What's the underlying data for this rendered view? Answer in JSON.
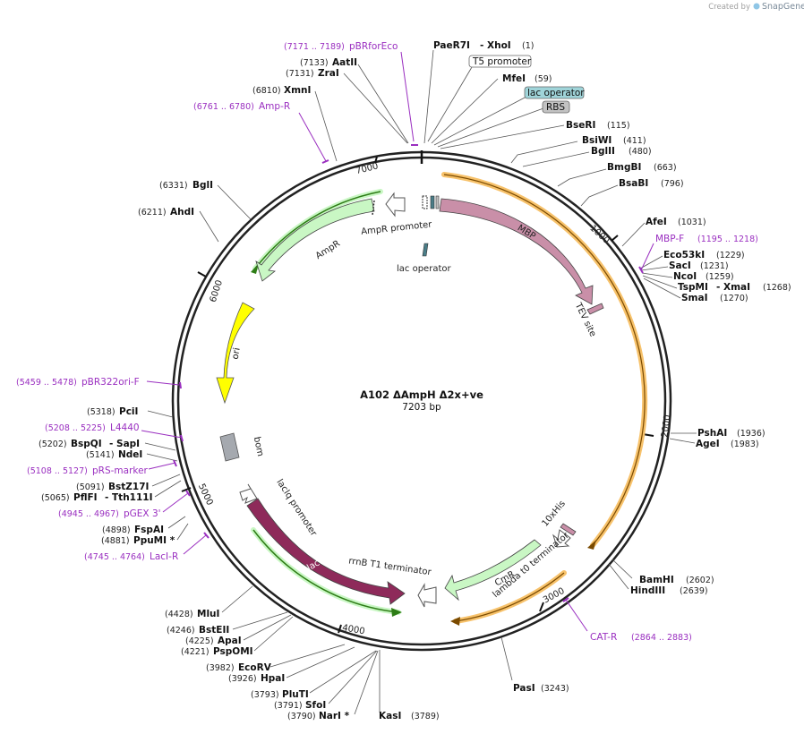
{
  "brand": {
    "created_by": "Created by",
    "name": "SnapGene"
  },
  "plasmid": {
    "name": "A102 ΔAmpH Δ2x+ve",
    "size_label": "7203 bp"
  },
  "ticks": [
    "1000",
    "2000",
    "3000",
    "4000",
    "5000",
    "6000",
    "7000"
  ],
  "features": {
    "mbp": "MBP",
    "tev": "TEV site",
    "his": "10xHis",
    "lambda": "lambda t0 terminator",
    "cmr": "CmR",
    "rrnb": "rrnB T1 terminator",
    "laci": "lacI",
    "laciq": "lacIq promoter",
    "bom": "bom",
    "ori": "ori",
    "ampr": "AmpR",
    "amprprom": "AmpR promoter",
    "lacop_inner": "lac operator"
  },
  "top_boxes": {
    "t5": "T5 promoter",
    "lacop": "lac operator",
    "rbs": "RBS"
  },
  "sites": {
    "paer7i": "PaeR7I",
    "xhoi": "- XhoI",
    "p1": "(1)",
    "mfei": "MfeI",
    "p59": "(59)",
    "bseri": "BseRI",
    "p115": "(115)",
    "bsiwi": "BsiWI",
    "p411": "(411)",
    "bglii": "BglII",
    "p480": "(480)",
    "bmgbi": "BmgBI",
    "p663": "(663)",
    "bsabi": "BsaBI",
    "p796": "(796)",
    "afei": "AfeI",
    "p1031": "(1031)",
    "eco53ki": "Eco53kI",
    "p1229": "(1229)",
    "saci": "SacI",
    "p1231": "(1231)",
    "ncoi": "NcoI",
    "p1259": "(1259)",
    "tspmi": "TspMI",
    "xmai": "- XmaI",
    "p1268": "(1268)",
    "smai": "SmaI",
    "p1270": "(1270)",
    "pshai": "PshAI",
    "p1936": "(1936)",
    "agei": "AgeI",
    "p1983": "(1983)",
    "bamhi": "BamHI",
    "p2602": "(2602)",
    "hindiii": "HindIII",
    "p2639": "(2639)",
    "pasi": "PasI",
    "p3243": "(3243)",
    "kasi": "KasI",
    "p3789": "(3789)",
    "nari": "NarI *",
    "p3790": "(3790)",
    "sfoi": "SfoI",
    "p3791": "(3791)",
    "pluti": "PluTI",
    "p3793": "(3793)",
    "hpai": "HpaI",
    "p3926": "(3926)",
    "ecorv": "EcoRV",
    "p3982": "(3982)",
    "pspomi": "PspOMI",
    "p4221": "(4221)",
    "apai": "ApaI",
    "p4225": "(4225)",
    "bsteii": "BstEII",
    "p4246": "(4246)",
    "mlui": "MluI",
    "p4428": "(4428)",
    "ppumi": "PpuMI *",
    "p4881": "(4881)",
    "fspai": "FspAI",
    "p4898": "(4898)",
    "pflfi": "PflFI",
    "tth111i": "- Tth111I",
    "p5065": "(5065)",
    "bstz17i": "BstZ17I",
    "p5091": "(5091)",
    "ndei": "NdeI",
    "p5141": "(5141)",
    "bspqi": "BspQI",
    "sapi": "- SapI",
    "p5202": "(5202)",
    "pcii": "PciI",
    "p5318": "(5318)",
    "ahdi": "AhdI",
    "p6211": "(6211)",
    "bgli": "BglI",
    "p6331": "(6331)",
    "xmni": "XmnI",
    "p6810": "(6810)",
    "zrai": "ZraI",
    "p7131": "(7131)",
    "aatii": "AatII",
    "p7133": "(7133)"
  },
  "primers": {
    "pbrforeco": "pBRforEco",
    "pbrforeco_pos": "(7171 .. 7189)",
    "ampr": "Amp-R",
    "ampr_pos": "(6761 .. 6780)",
    "mbpf": "MBP-F",
    "mbpf_pos": "(1195 .. 1218)",
    "pbr322": "pBR322ori-F",
    "pbr322_pos": "(5459 .. 5478)",
    "l4440": "L4440",
    "l4440_pos": "(5208 .. 5225)",
    "prs": "pRS-marker",
    "prs_pos": "(5108 .. 5127)",
    "pgex": "pGEX 3'",
    "pgex_pos": "(4945 .. 4967)",
    "lacir": "LacI-R",
    "lacir_pos": "(4745 .. 4764)",
    "catr": "CAT-R",
    "catr_pos": "(2864 .. 2883)"
  },
  "colors": {
    "backbone": "#222222",
    "mbp": "#c98fa8",
    "laci": "#8e2a5a",
    "green": "#c9f7c4",
    "green_line": "#2e7d16",
    "ori": "#ffff00",
    "orange": "#f7c26b",
    "primer": "#9a2fc0",
    "bom": "#a5a9af",
    "lacop": "#9fd4d9",
    "rbs": "#c2c2c2"
  }
}
